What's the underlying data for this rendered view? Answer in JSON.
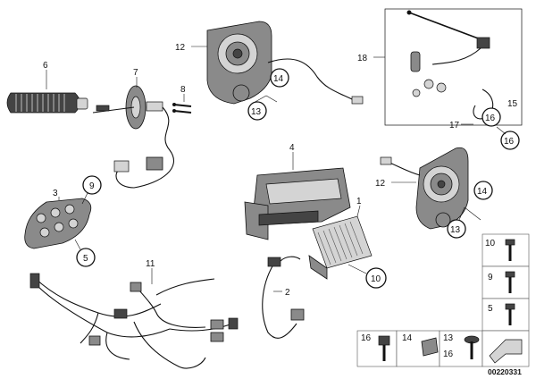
{
  "callouts": {
    "c1": "1",
    "c2": "2",
    "c3": "3",
    "c4": "4",
    "c5": "5",
    "c6": "6",
    "c7": "7",
    "c8": "8",
    "c9": "9",
    "c10": "10",
    "c11": "11",
    "c12a": "12",
    "c12b": "12",
    "c13a": "13",
    "c13b": "13",
    "c14a": "14",
    "c14b": "14",
    "c15": "15",
    "c16a": "16",
    "c16b": "16",
    "c17": "17",
    "c18": "18"
  },
  "legend_right": {
    "r1": "10",
    "r2": "9",
    "r3": "5"
  },
  "legend_bottom": {
    "b1": "16",
    "b2": "14",
    "b3": "13",
    "b4": "16"
  },
  "doc_id": "00220331",
  "colors": {
    "ink": "#111111",
    "part_gray": "#8a8a8a",
    "light_gray": "#d4d4d4"
  }
}
